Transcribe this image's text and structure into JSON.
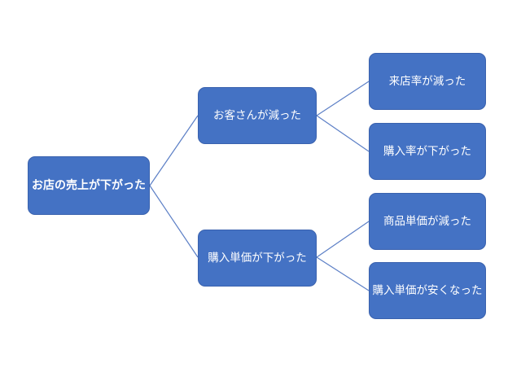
{
  "diagram": {
    "type": "logic-tree",
    "nodes": [
      {
        "id": "store-sales-dropped",
        "label": "お店の売上が下がった",
        "level": 1
      },
      {
        "id": "customers-decreased",
        "label": "お客さんが減った",
        "level": 2
      },
      {
        "id": "purchase-unit-price-dropped",
        "label": "購入単価が下がった",
        "level": 2
      },
      {
        "id": "visit-rate-decreased",
        "label": "来店率が減った",
        "level": 3
      },
      {
        "id": "purchase-rate-dropped",
        "label": "購入率が下がった",
        "level": 3
      },
      {
        "id": "product-unit-price-decreased",
        "label": "商品単価が減った",
        "level": 3
      },
      {
        "id": "purchase-unit-price-cheaper",
        "label": "購入単価が安くなった",
        "level": 3
      }
    ],
    "edges": [
      [
        "store-sales-dropped",
        "customers-decreased"
      ],
      [
        "store-sales-dropped",
        "purchase-unit-price-dropped"
      ],
      [
        "customers-decreased",
        "visit-rate-decreased"
      ],
      [
        "customers-decreased",
        "purchase-rate-dropped"
      ],
      [
        "purchase-unit-price-dropped",
        "product-unit-price-decreased"
      ],
      [
        "purchase-unit-price-dropped",
        "purchase-unit-price-cheaper"
      ]
    ],
    "colors": {
      "node_fill": "#4472C4",
      "node_border": "#3A62AE",
      "connector": "#5C7FC6",
      "node_text": "#FFFFFF",
      "background": "#FFFFFF"
    }
  }
}
